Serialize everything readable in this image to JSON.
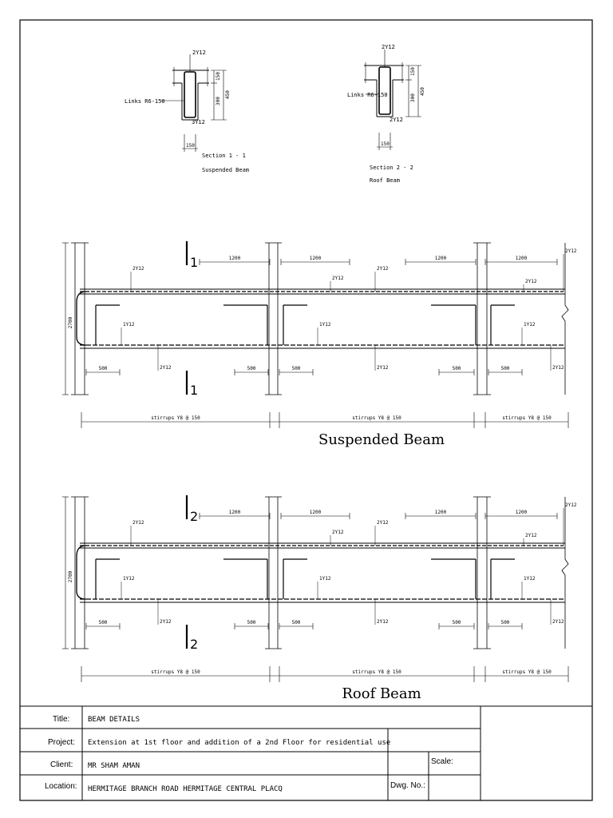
{
  "sections": [
    {
      "top_bar": "2Y12",
      "bottom_bar": "3Y12",
      "links": "Links R6-150",
      "dim_flange": "150",
      "dim_web": "300",
      "dim_total": "450",
      "dim_width": "150",
      "caption_1": "Section 1 - 1",
      "caption_2": "Suspended Beam"
    },
    {
      "top_bar": "2Y12",
      "bottom_bar": "2Y12",
      "links": "Links R6-150",
      "dim_flange": "150",
      "dim_web": "300",
      "dim_total": "450",
      "dim_width": "150",
      "caption_1": "Section 2 - 2",
      "caption_2": "Roof Beam"
    }
  ],
  "elevations": [
    {
      "title": "Suspended Beam",
      "section_mark": "1",
      "height_dim": "2700",
      "top_dims": [
        "1200",
        "1200",
        "1200",
        "1200"
      ],
      "bottom_dims": [
        "500",
        "500",
        "500",
        "500",
        "500"
      ],
      "bar_labels": [
        "2Y12",
        "2Y12",
        "2Y12",
        "2Y12",
        "2Y12",
        "1Y12",
        "1Y12",
        "1Y12",
        "2Y12",
        "2Y12",
        "2Y12"
      ],
      "stirrups": [
        "stirrups Y8 @ 150",
        "stirrups Y8 @ 150",
        "stirrups Y8 @ 150"
      ]
    },
    {
      "title": "Roof  Beam",
      "section_mark": "2",
      "height_dim": "2700",
      "top_dims": [
        "1200",
        "1200",
        "1200",
        "1200"
      ],
      "bottom_dims": [
        "500",
        "500",
        "500",
        "500",
        "500"
      ],
      "bar_labels": [
        "2Y12",
        "2Y12",
        "2Y12",
        "2Y12",
        "2Y12",
        "1Y12",
        "1Y12",
        "1Y12",
        "2Y12",
        "2Y12",
        "2Y12"
      ],
      "stirrups": [
        "stirrups Y8 @ 150",
        "stirrups Y8 @ 150",
        "stirrups Y8 @ 150"
      ]
    }
  ],
  "title_block": {
    "title_label": "Title:",
    "title_value": "BEAM DETAILS",
    "project_label": "Project:",
    "project_value": "Extension at 1st floor and addition of a 2nd Floor for residential use",
    "client_label": "Client:",
    "client_value": "MR SHAM AMAN",
    "scale_label": "Scale:",
    "location_label": "Location:",
    "location_value": "HERMITAGE BRANCH ROAD HERMITAGE CENTRAL PLACQ",
    "dwg_label": "Dwg. No.:"
  }
}
